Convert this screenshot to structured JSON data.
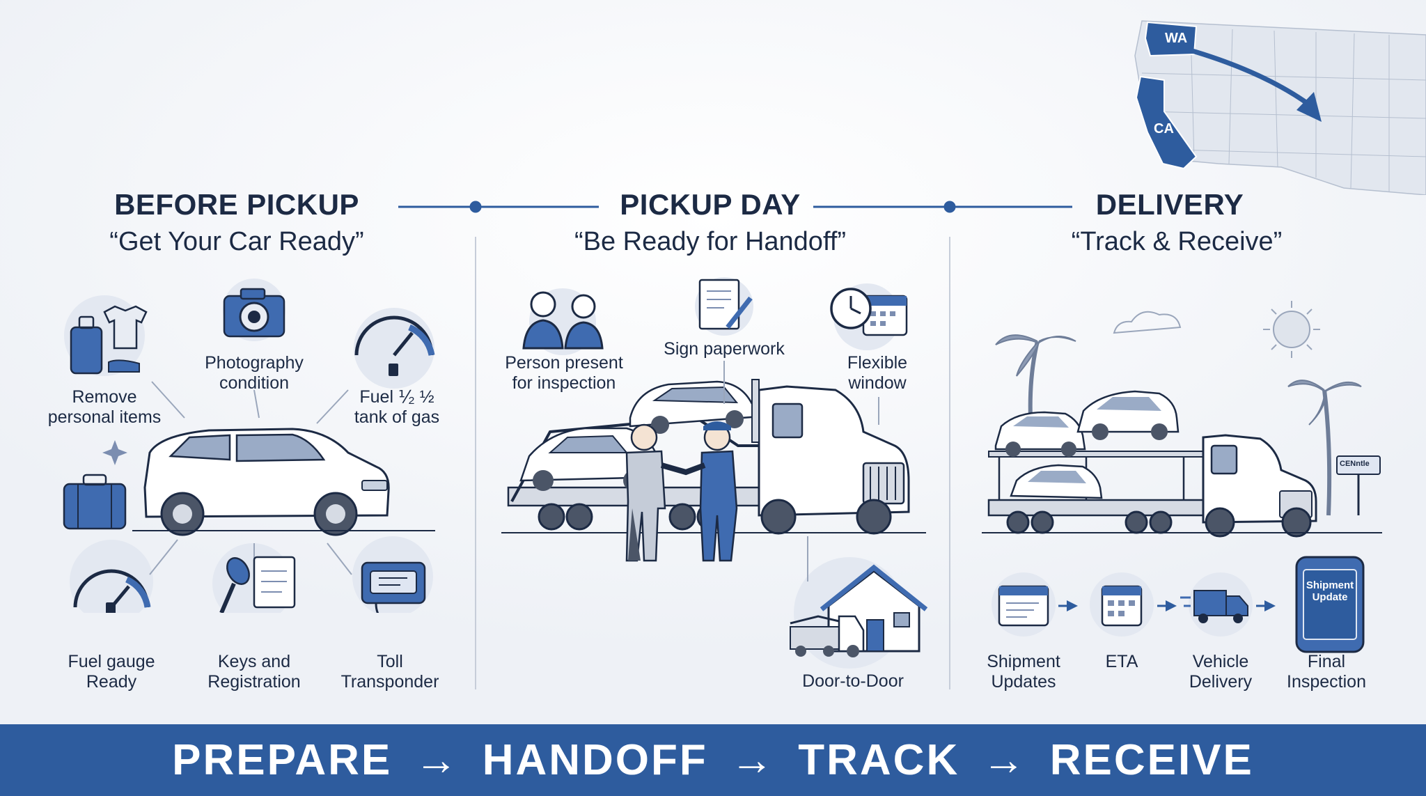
{
  "map": {
    "origin_state": "WA",
    "destination_state": "CA"
  },
  "sections": [
    {
      "title": "BEFORE PICKUP",
      "subtitle": "“Get Your Car Ready”",
      "items": [
        {
          "icon": "luggage-clothes-icon",
          "lines": [
            "Remove",
            "personal items"
          ]
        },
        {
          "icon": "camera-icon",
          "lines": [
            "Photography",
            "condition"
          ]
        },
        {
          "icon": "fuel-gauge-icon",
          "lines": [
            "Fuel ⅟₂ ½",
            "tank of gas"
          ]
        },
        {
          "icon": "fuel-gauge-icon",
          "lines": [
            "Fuel gauge",
            "Ready"
          ]
        },
        {
          "icon": "keys-document-icon",
          "lines": [
            "Keys and",
            "Registration"
          ]
        },
        {
          "icon": "toll-transponder-icon",
          "lines": [
            "Toll",
            "Transponder"
          ]
        }
      ]
    },
    {
      "title": "PICKUP DAY",
      "subtitle": "“Be Ready for Handoff”",
      "items": [
        {
          "icon": "people-icon",
          "lines": [
            "Person present",
            "for inspection"
          ]
        },
        {
          "icon": "paperwork-pen-icon",
          "lines": [
            "Sign paperwork"
          ]
        },
        {
          "icon": "clock-calendar-icon",
          "lines": [
            "Flexible",
            "window"
          ]
        },
        {
          "icon": "house-truck-icon",
          "lines": [
            "Door-to-Door"
          ]
        }
      ]
    },
    {
      "title": "DELIVERY",
      "subtitle": "“Track & Receive”",
      "sign_text": "CENntle",
      "phone_text": [
        "Shipment",
        "Update"
      ],
      "items": [
        {
          "icon": "updates-calendar-icon",
          "lines": [
            "Shipment",
            "Updates"
          ]
        },
        {
          "icon": "calendar-icon",
          "lines": [
            "ETA"
          ]
        },
        {
          "icon": "delivery-truck-icon",
          "lines": [
            "Vehicle",
            "Delivery"
          ]
        },
        {
          "icon": "phone-icon",
          "lines": [
            "Final",
            "Inspection"
          ]
        }
      ]
    }
  ],
  "banner": {
    "steps": [
      "PREPARE",
      "HANDOFF",
      "TRACK",
      "RECEIVE"
    ],
    "separator": "→"
  },
  "colors": {
    "brand_blue": "#2e5c9e",
    "navy_text": "#1c2a44",
    "icon_circle": "#e3e8f1",
    "background": "#f2f4f8"
  }
}
